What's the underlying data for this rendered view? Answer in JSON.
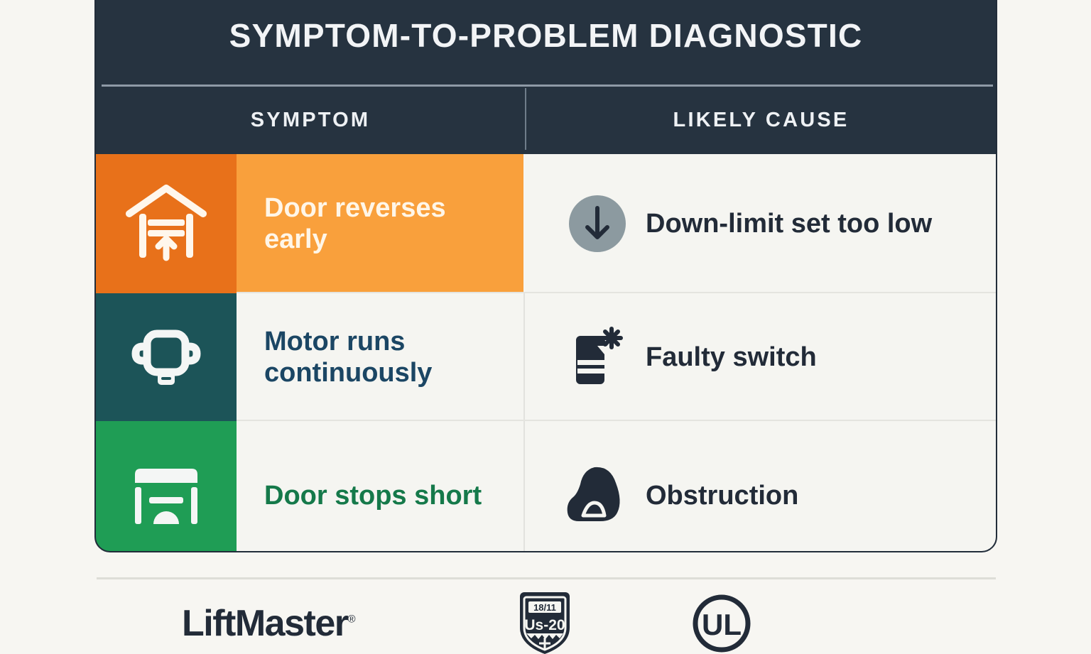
{
  "header": {
    "title": "SYMPTOM-TO-PROBLEM DIAGNOSTIC"
  },
  "table": {
    "columns": [
      "SYMPTOM",
      "LIKELY CAUSE"
    ],
    "rows": [
      {
        "symptom": "Door reverses early",
        "cause": "Down-limit set too low",
        "symptom_icon": "garage-door-up-arrow-icon",
        "cause_icon": "down-arrow-circle-icon",
        "swatch_color": "#E8711A",
        "symptom_cell_color": "#F9A03C",
        "symptom_text_color": "#FFF6E8"
      },
      {
        "symptom": "Motor runs continuously",
        "cause": "Faulty switch",
        "symptom_icon": "motor-unit-icon",
        "cause_icon": "switch-spark-icon",
        "swatch_color": "#1C5458",
        "symptom_cell_color": "#F5F5F1",
        "symptom_text_color": "#1B4664"
      },
      {
        "symptom": "Door stops short",
        "cause": "Obstruction",
        "symptom_icon": "partially-open-door-icon",
        "cause_icon": "boulder-obstruction-icon",
        "swatch_color": "#1F9D55",
        "symptom_cell_color": "#F5F5F1",
        "symptom_text_color": "#15794A"
      }
    ]
  },
  "footer": {
    "brand_logo": "LiftMaster",
    "brand_trademark": "®",
    "badge": {
      "name": "ul-325-shield-badge",
      "top_label": "18/11",
      "main_label": "Us-20"
    },
    "ul_mark": {
      "name": "ul-certification-mark",
      "label": "UL"
    }
  },
  "colors": {
    "page_bg": "#F7F6F2",
    "card_bg": "#263340",
    "header_text": "#F2F4F6",
    "cause_text": "#222B38",
    "divider": "#E4E4DF"
  }
}
